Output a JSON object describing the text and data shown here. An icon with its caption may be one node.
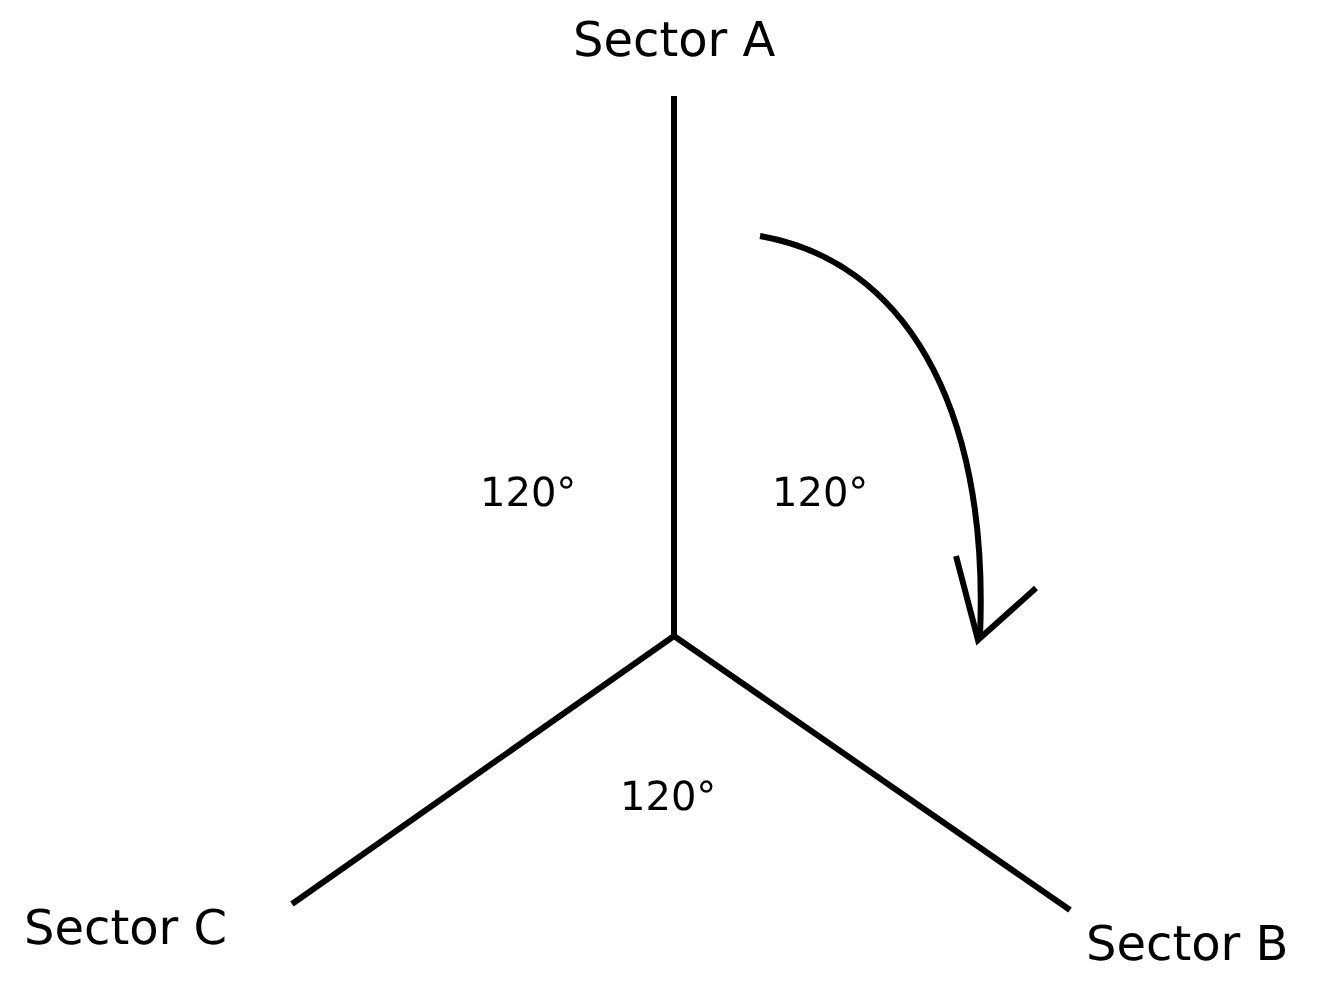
{
  "diagram": {
    "labels": [
      "Sector A",
      "120°",
      "120°",
      "120°",
      "Sector C",
      "Sector B"
    ]
  }
}
